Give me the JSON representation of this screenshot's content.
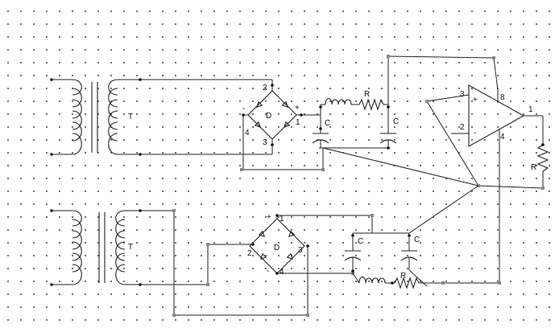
{
  "schematic": {
    "transformer_label": "T",
    "bridge_label": "D",
    "capacitor_label": "C",
    "resistor_label": "R",
    "upper_bridge": {
      "pin_top": "2",
      "pin_left": "4",
      "pin_right": "1",
      "pin_bottom": "3",
      "plus": "+",
      "minus": "-"
    },
    "lower_bridge": {
      "pin_top": "1",
      "pin_left": "2",
      "pin_right": "3",
      "pin_bottom": "4",
      "plus": "+",
      "minus": "-"
    },
    "opamp": {
      "pin_in_plus": "3",
      "pin_in_minus": "2",
      "pin_supply_top": "8",
      "pin_supply_bottom": "4",
      "pin_out": "1",
      "plus": "+",
      "minus": "-"
    }
  }
}
